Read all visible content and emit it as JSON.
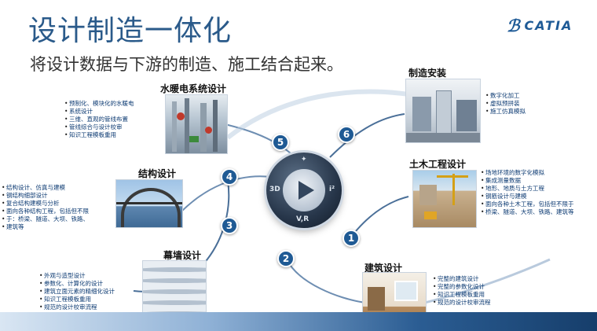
{
  "title": "设计制造一体化",
  "subtitle": "将设计数据与下游的制造、施工结合起来。",
  "logo": {
    "mark": "ℬ",
    "text": "CATIA"
  },
  "hub": {
    "top": "✦",
    "left": "3D",
    "right": "i²",
    "bottom": "V,R"
  },
  "sections": {
    "hvac": {
      "heading": "水暖电系统设计",
      "badge": "5",
      "bullets": [
        "预制化、模块化的水暖电",
        "系统设计",
        "三维、直观的管线布置",
        "管线综合与设计校审",
        "知识工程模板重用"
      ]
    },
    "manufacturing": {
      "heading": "制造安装",
      "badge": "6",
      "bullets": [
        "数字化加工",
        "虚拟预拼装",
        "施工仿真模拟"
      ]
    },
    "structure": {
      "heading": "结构设计",
      "badge": "4",
      "bullets": [
        "结构设计、仿真与建模",
        "钢结构细部设计",
        "复合结构建模与分析",
        "面向各种结构工程，包括但不限",
        "于：桥梁、隧道、大坝、铁路、",
        "建筑等"
      ]
    },
    "civil": {
      "heading": "土木工程设计",
      "badge": "1",
      "bullets": [
        "场地环境的数字化模拟",
        "集成测量数据",
        "地形、地质与土方工程",
        "钢筋设计与建模",
        "面向各种土木工程，包括但不限于",
        "桥梁、隧道、大坝、铁路、建筑等"
      ]
    },
    "curtain": {
      "heading": "幕墙设计",
      "badge": "3",
      "bullets": [
        "外观与造型设计",
        "参数化、计算化的设计",
        "建筑立面元素的精细化设计",
        "知识工程模板重用",
        "规范的设计校审流程"
      ]
    },
    "architecture": {
      "heading": "建筑设计",
      "badge": "2",
      "bullets": [
        "完整的建筑设计",
        "完整的参数化设计",
        "知识工程模板重用",
        "规范的设计校审流程"
      ]
    }
  }
}
